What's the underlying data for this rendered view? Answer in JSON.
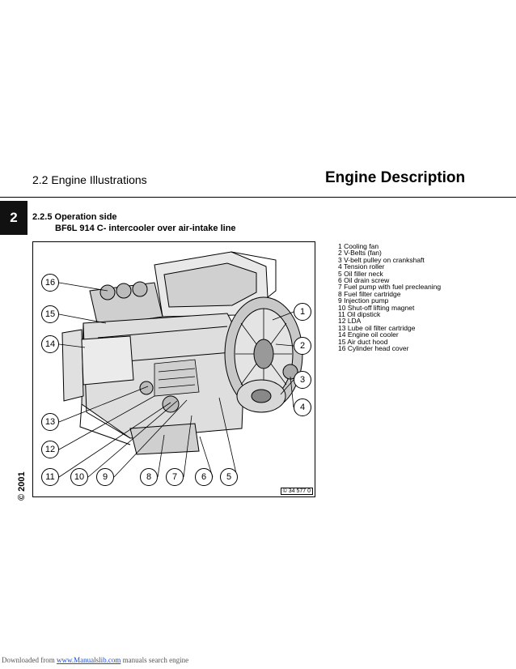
{
  "header": {
    "section": "2.2 Engine Illustrations",
    "chapter": "Engine Description"
  },
  "tab_number": "2",
  "subsection": {
    "number_title": "2.2.5 Operation side",
    "model": "BF6L 914 C- intercooler over air-intake line"
  },
  "copyright": "© 2001",
  "figure": {
    "reference": "© 34 577 0",
    "callouts": [
      "16",
      "15",
      "14",
      "13",
      "12",
      "11",
      "10",
      "9",
      "8",
      "7",
      "6",
      "5",
      "1",
      "2",
      "3",
      "4"
    ]
  },
  "legend": [
    "1 Cooling fan",
    "2 V-Belts (fan)",
    "3 V-belt pulley on crankshaft",
    "4 Tension roller",
    "5 Oil filler neck",
    "6 Oil drain screw",
    "7 Fuel pump with fuel precleaning",
    "8 Fuel filter cartridge",
    "9 Injection pump",
    "10 Shut-off lifting magnet",
    "11 Oil dipstick",
    "12 LDA",
    "13 Lube oil filter cartridge",
    "14 Engine oil cooler",
    "15 Air duct hood",
    "16 Cylinder head cover"
  ],
  "footer": {
    "prefix": "Downloaded from ",
    "link": "www.Manualslib.com",
    "suffix": " manuals search engine"
  }
}
